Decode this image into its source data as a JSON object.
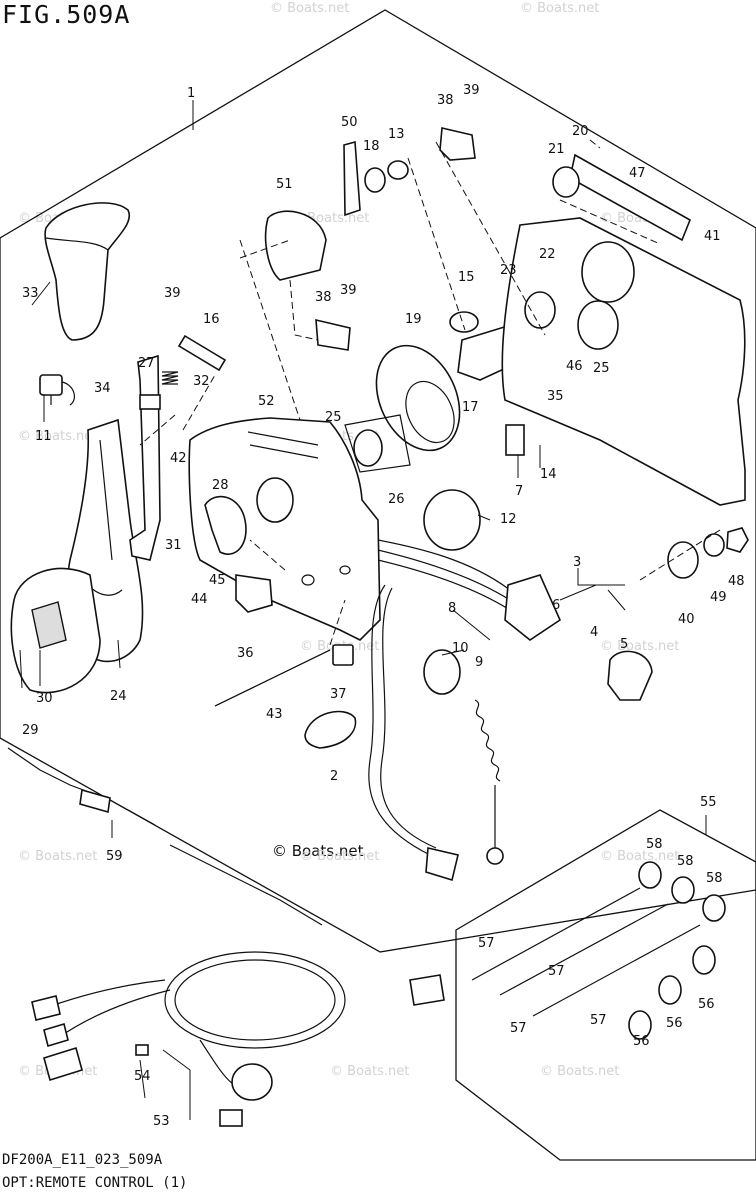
{
  "figure": {
    "title": "FIG.509A",
    "code": "DF200A_E11_023_509A",
    "caption": "OPT:REMOTE CONTROL (1)",
    "copyright": "© Boats.net",
    "watermark": "© Boats.net"
  },
  "callouts": [
    "1",
    "2",
    "3",
    "4",
    "5",
    "6",
    "7",
    "8",
    "9",
    "10",
    "11",
    "12",
    "13",
    "14",
    "15",
    "16",
    "17",
    "18",
    "19",
    "20",
    "21",
    "22",
    "23",
    "24",
    "25",
    "25",
    "26",
    "27",
    "28",
    "29",
    "30",
    "31",
    "32",
    "33",
    "34",
    "35",
    "36",
    "37",
    "38",
    "38",
    "39",
    "39",
    "39",
    "40",
    "41",
    "42",
    "43",
    "44",
    "45",
    "46",
    "47",
    "48",
    "49",
    "50",
    "51",
    "52",
    "53",
    "54",
    "55",
    "56",
    "56",
    "56",
    "57",
    "57",
    "57",
    "57",
    "58",
    "58",
    "58",
    "59"
  ]
}
